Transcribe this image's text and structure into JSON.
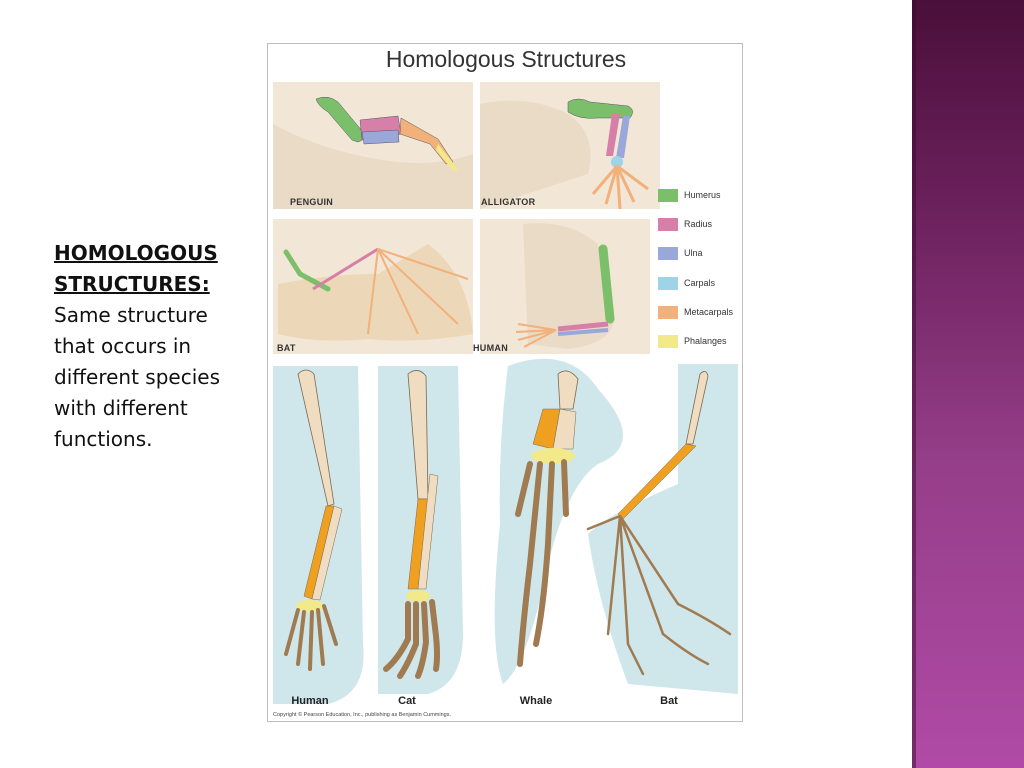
{
  "slide": {
    "heading": "HOMOLOGOUS STRUCTURES:",
    "body": "Same structure that occurs in different species with different functions."
  },
  "figure": {
    "title": "Homologous Structures",
    "top_panels": {
      "penguin": "PENGUIN",
      "alligator": "ALLIGATOR",
      "bat": "BAT",
      "human": "HUMAN"
    },
    "legend": [
      {
        "label": "Humerus",
        "color": "#7cbf6a"
      },
      {
        "label": "Radius",
        "color": "#d67fa8"
      },
      {
        "label": "Ulna",
        "color": "#9aa7d9"
      },
      {
        "label": "Carpals",
        "color": "#9fd3e8"
      },
      {
        "label": "Metacarpals",
        "color": "#f2b07a"
      },
      {
        "label": "Phalanges",
        "color": "#f2ea8a"
      }
    ],
    "bottom_labels": [
      "Human",
      "Cat",
      "Whale",
      "Bat"
    ],
    "copyright": "Copyright © Pearson Education, Inc., publishing as Benjamin Cummings."
  },
  "theme": {
    "sidebar_top": "#4a0f3a",
    "sidebar_bottom": "#b04aa6",
    "bone_light": "#f0dcc0",
    "bone_orange": "#f0a020",
    "bone_brown": "#a07a50",
    "bg_blue": "#cfe7ea"
  }
}
